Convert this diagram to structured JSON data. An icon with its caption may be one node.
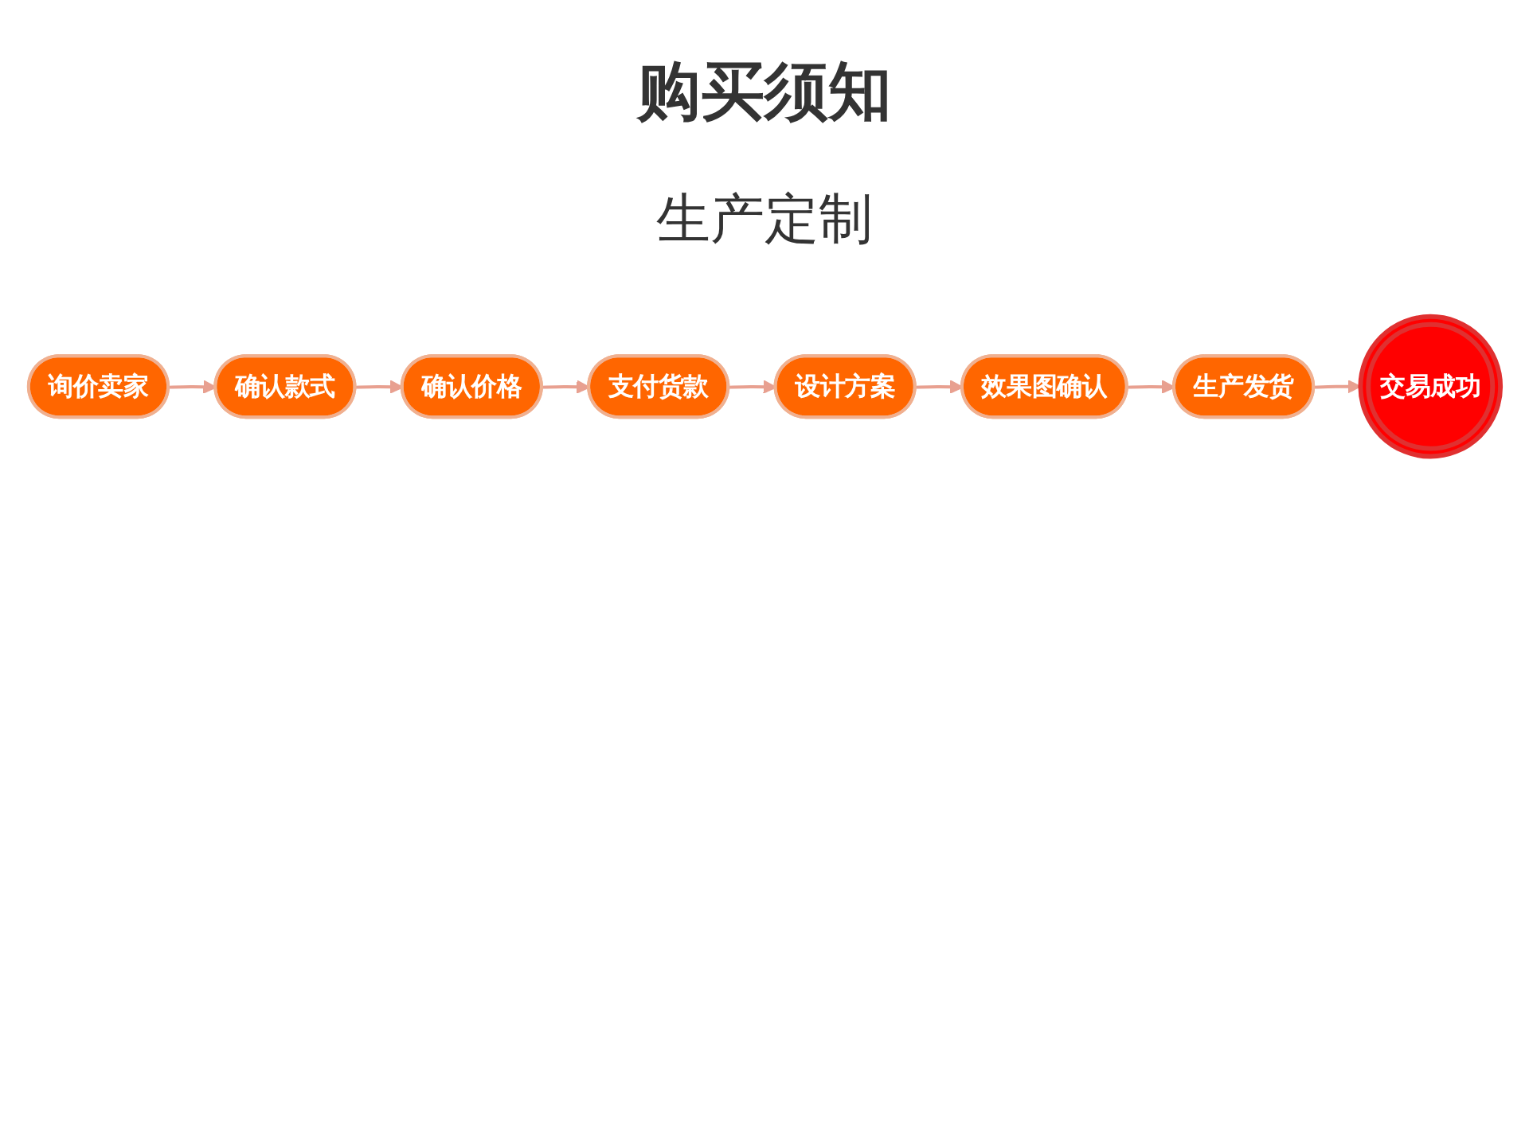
{
  "diagram": {
    "title": "购买须知",
    "nodes": [
      {
        "text": [
          "询价卖家"
        ]
      },
      {
        "text": [
          "确认款式"
        ]
      },
      {
        "text": [
          "确认价格"
        ]
      },
      {
        "text": [
          "支付货款"
        ]
      },
      {
        "text": [
          "设计方案"
        ]
      },
      {
        "text": [
          "效果图确认"
        ]
      },
      {
        "text": [
          "生产发货"
        ]
      },
      {
        "text": [
          "交易成功"
        ]
      }
    ],
    "edges": [
      {
        "from": 0,
        "to": 1,
        "arrow": "to"
      },
      {
        "from": 1,
        "to": 2,
        "arrow": "to"
      },
      {
        "from": 2,
        "to": 3,
        "arrow": "to"
      },
      {
        "from": 3,
        "to": 4,
        "arrow": "to"
      },
      {
        "from": 4,
        "to": 5,
        "arrow": "to"
      },
      {
        "from": 5,
        "to": 6,
        "arrow": "to"
      },
      {
        "from": 6,
        "to": 7,
        "arrow": "to"
      }
    ],
    "labels": [
      "生产定制"
    ]
  }
}
